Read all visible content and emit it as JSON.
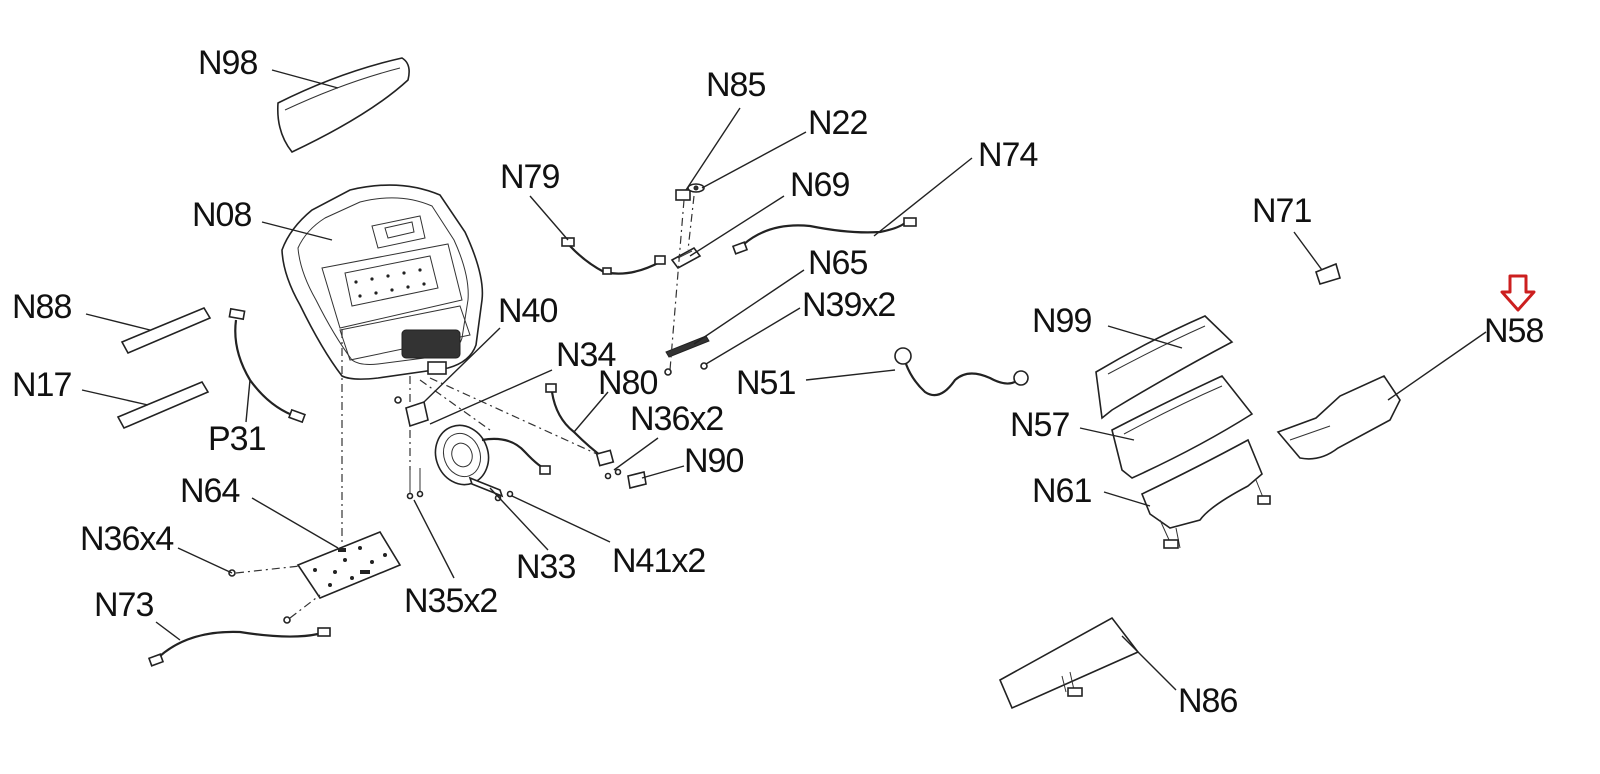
{
  "labels": {
    "N98": "N98",
    "N08": "N08",
    "N88": "N88",
    "N17": "N17",
    "P31": "P31",
    "N64": "N64",
    "N36x4": "N36x4",
    "N73": "N73",
    "N79": "N79",
    "N85": "N85",
    "N22": "N22",
    "N69": "N69",
    "N74": "N74",
    "N65": "N65",
    "N39x2": "N39x2",
    "N40": "N40",
    "N34": "N34",
    "N80": "N80",
    "N36x2": "N36x2",
    "N90": "N90",
    "N51": "N51",
    "N33": "N33",
    "N41x2": "N41x2",
    "N35x2": "N35x2",
    "N71": "N71",
    "N99": "N99",
    "N57": "N57",
    "N61": "N61",
    "N58": "N58",
    "N86": "N86"
  },
  "highlight": {
    "target": "N58",
    "arrow_color": "#cc1f1f",
    "icon": "down-arrow-icon"
  }
}
